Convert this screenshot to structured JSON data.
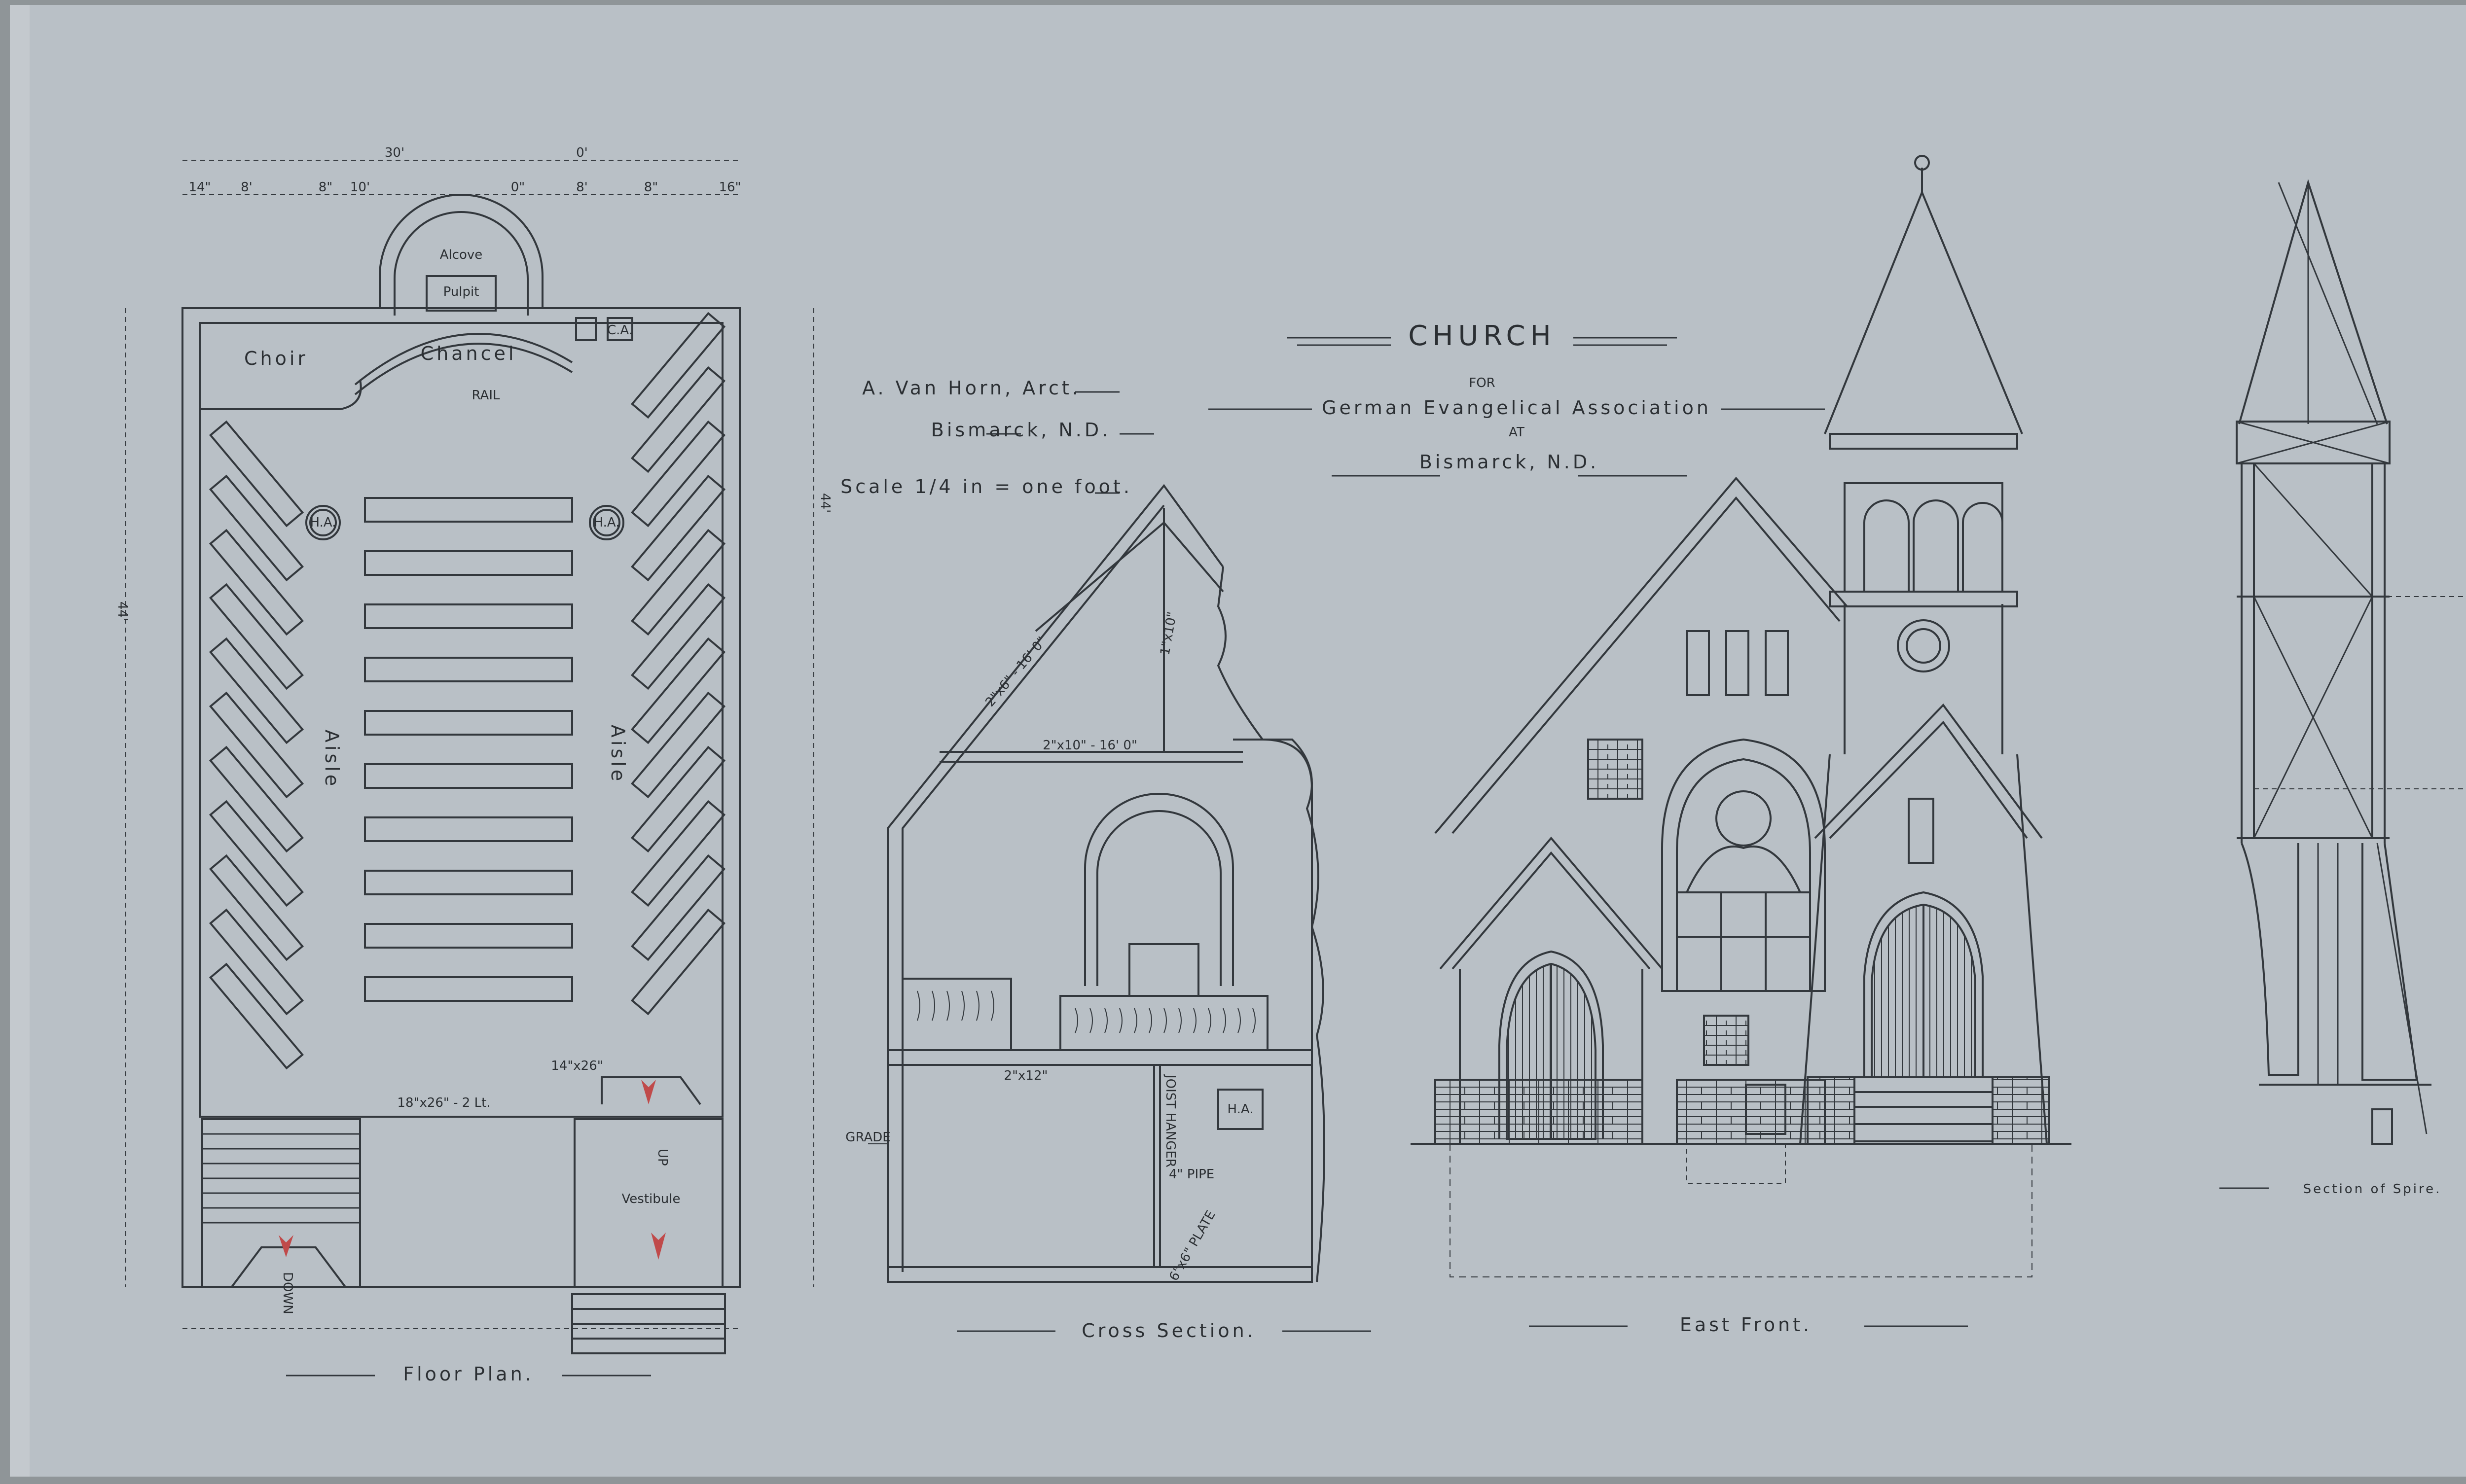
{
  "colors": {
    "paper": "#b9c0c6",
    "ink": "#33383d",
    "edge": "#8f9598"
  },
  "title": {
    "main": "CHURCH",
    "for": "FOR",
    "association": "German Evangelical Association",
    "at": "AT",
    "city": "Bismarck, N.D."
  },
  "architect": {
    "name": "A. Van Horn, Arct.",
    "city": "Bismarck, N.D.",
    "scale": "Scale 1/4 in = one foot."
  },
  "floor_plan": {
    "caption": "Floor Plan.",
    "alcove": "Alcove",
    "pulpit": "Pulpit",
    "choir": "Choir",
    "chancel": "Chancel",
    "rail": "RAIL",
    "aisle_left": "Aisle",
    "aisle_right": "Aisle",
    "vestibule": "Vestibule",
    "ha_left": "H.A.",
    "ha_right": "H.A.",
    "ca": "C.A.",
    "up": "UP",
    "down": "DOWN",
    "dims": {
      "top_overall": "30'",
      "top_right": "0'",
      "left_overall": "44'",
      "right_overall": "44'",
      "window": "18\"x26\" - 2 Lt.",
      "register": "14\"x26\"",
      "d1": "14\"",
      "d2": "8'",
      "d3": "8\"",
      "d4": "10'",
      "d5": "0\"",
      "d6": "8'",
      "d7": "8\"",
      "d8": "16\""
    }
  },
  "cross_section": {
    "caption": "Cross Section.",
    "grade": "GRADE",
    "ha": "H.A.",
    "pipe": "4\" PIPE",
    "plate": "6\"x6\" PLATE",
    "hanger": "JOIST HANGER",
    "joist": "2\"x12\"",
    "beam": "2\"x10\" - 16' 0\"",
    "rafter": "2\"x6\" - 16' 0\"",
    "collar": "1\"x10\""
  },
  "east_front": {
    "caption": "East Front."
  },
  "spire": {
    "caption": "Section of Spire."
  }
}
